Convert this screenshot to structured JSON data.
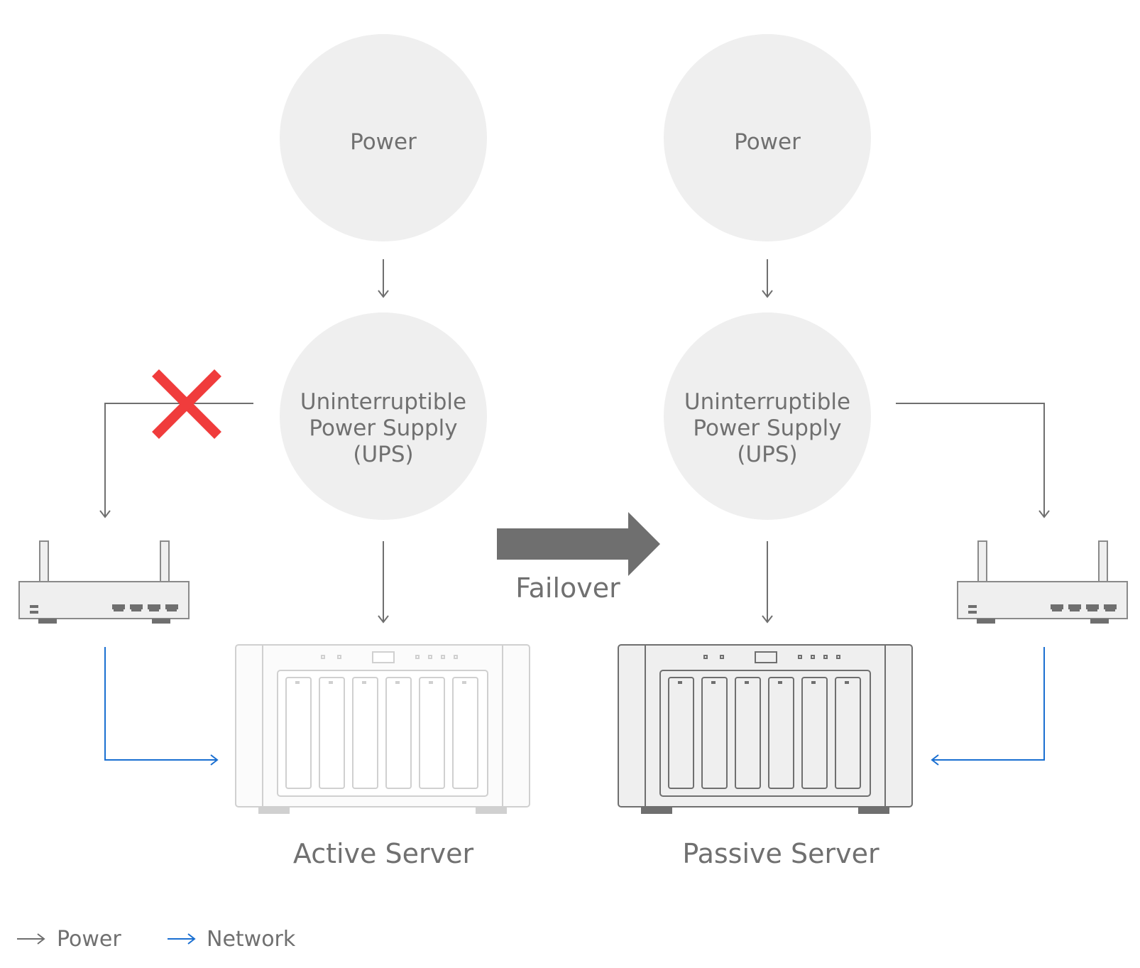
{
  "nodes": {
    "power_left": "Power",
    "power_right": "Power",
    "ups_left": [
      "Uninterruptible",
      "Power Supply",
      "(UPS)"
    ],
    "ups_right": [
      "Uninterruptible",
      "Power Supply",
      "(UPS)"
    ]
  },
  "servers": {
    "active": "Active Server",
    "passive": "Passive Server"
  },
  "failover_label": "Failover",
  "legend": {
    "power": "Power",
    "network": "Network"
  },
  "colors": {
    "power_line": "#6f6f6f",
    "network_line": "#1a6fd1",
    "circle_fill": "#efefef",
    "failure_mark": "#f03c3c",
    "failover_arrow": "#6f6f6f"
  }
}
